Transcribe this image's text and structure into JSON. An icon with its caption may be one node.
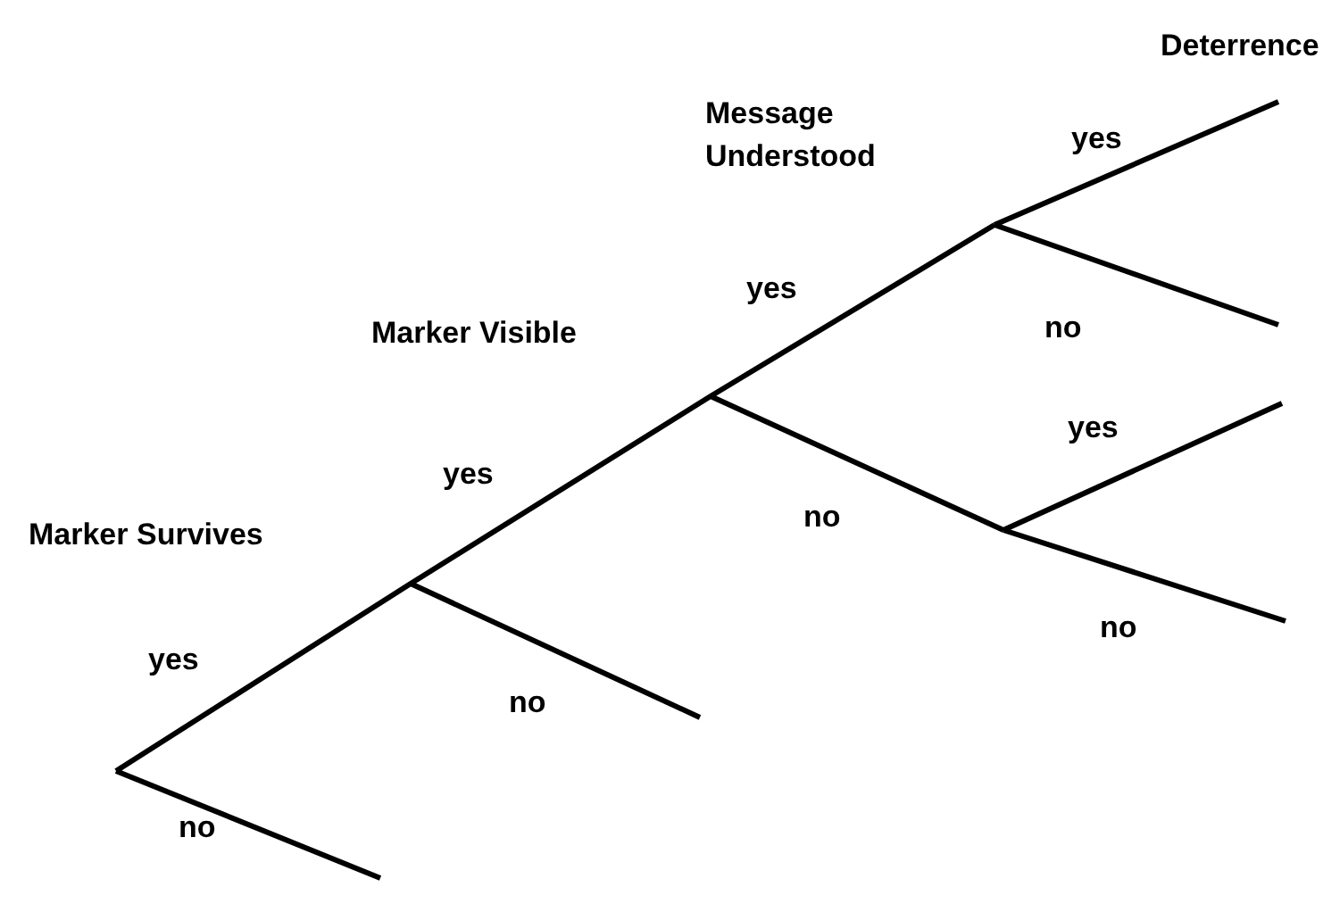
{
  "diagram": {
    "labels": [
      "Deterrence",
      "yes",
      "Message Understood",
      "yes",
      "no",
      "Marker Visible",
      "yes",
      "yes",
      "no",
      "Marker Survives",
      "no",
      "yes",
      "no",
      "no"
    ]
  }
}
